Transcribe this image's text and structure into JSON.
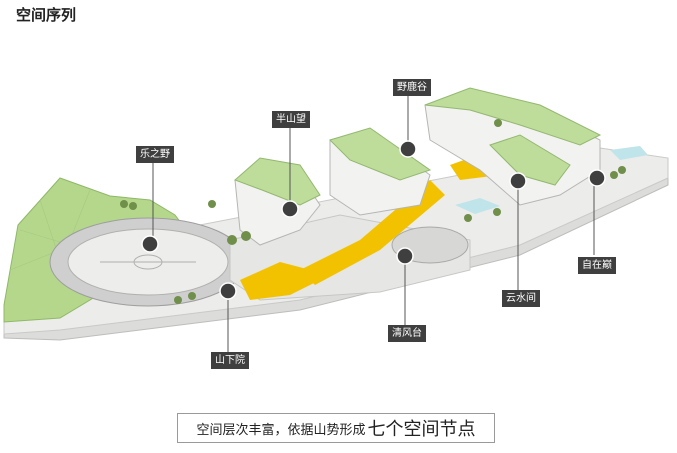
{
  "title": "空间序列",
  "nodes": [
    {
      "id": "le",
      "label": "乐之野"
    },
    {
      "id": "ban",
      "label": "半山望"
    },
    {
      "id": "ye",
      "label": "野鹿谷"
    },
    {
      "id": "zi",
      "label": "自在巅"
    },
    {
      "id": "yun",
      "label": "云水间"
    },
    {
      "id": "qing",
      "label": "清风台"
    },
    {
      "id": "shan",
      "label": "山下院"
    }
  ],
  "caption": {
    "part1": "空间层次丰富，依据山势形成",
    "part2": "七个空间节点"
  },
  "colors": {
    "accent": "#f2c200",
    "green": "#a9cf7d",
    "building": "#f2f2f0",
    "label_bg": "#3f3f3f"
  }
}
